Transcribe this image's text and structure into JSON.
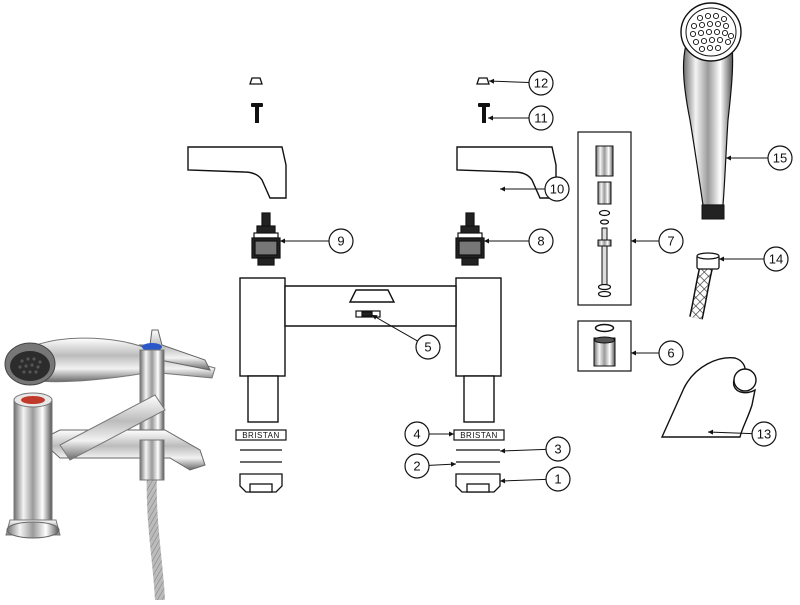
{
  "brand_label": "BRISTAN",
  "callouts": [
    {
      "id": "1",
      "label": "1"
    },
    {
      "id": "2",
      "label": "2"
    },
    {
      "id": "3",
      "label": "3"
    },
    {
      "id": "4",
      "label": "4"
    },
    {
      "id": "5",
      "label": "5"
    },
    {
      "id": "6",
      "label": "6"
    },
    {
      "id": "7",
      "label": "7"
    },
    {
      "id": "8",
      "label": "8"
    },
    {
      "id": "9",
      "label": "9"
    },
    {
      "id": "10",
      "label": "10"
    },
    {
      "id": "11",
      "label": "11"
    },
    {
      "id": "12",
      "label": "12"
    },
    {
      "id": "13",
      "label": "13"
    },
    {
      "id": "14",
      "label": "14"
    },
    {
      "id": "15",
      "label": "15"
    }
  ],
  "colors": {
    "line": "#111111",
    "chrome_dark": "#3a3a3a",
    "chrome_light": "#e8e8e8",
    "hot_red": "#c0392b",
    "cold_blue": "#2a58c8"
  }
}
